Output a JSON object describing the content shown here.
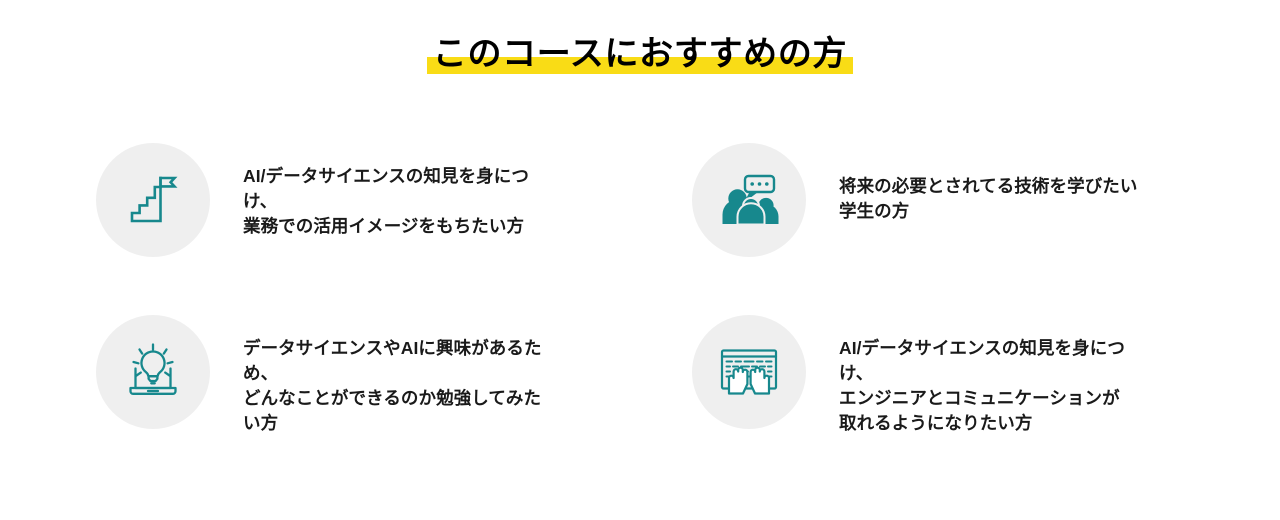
{
  "page": {
    "title": "このコースにおすすめの方",
    "background_color": "#FFFFFF",
    "highlight_color": "#F9DC16",
    "accent_color": "#17888D",
    "circle_color": "#EFEFEF",
    "text_color": "#1A1A1A"
  },
  "items": [
    {
      "icon": "stairs-flag-icon",
      "lines": [
        "AI/データサイエンスの知見を身につ",
        "け、",
        "業務での活用イメージをもちたい方"
      ]
    },
    {
      "icon": "people-speech-bubble-icon",
      "lines": [
        "将来の必要とされてる技術を学びたい",
        "学生の方"
      ]
    },
    {
      "icon": "lightbulb-laptop-icon",
      "lines": [
        "データサイエンスやAIに興味があるた",
        "め、",
        "どんなことができるのか勉強してみた",
        "い方"
      ]
    },
    {
      "icon": "hands-keyboard-icon",
      "lines": [
        "AI/データサイエンスの知見を身につ",
        "け、",
        "エンジニアとコミュニケーションが",
        "取れるようになりたい方"
      ]
    }
  ]
}
